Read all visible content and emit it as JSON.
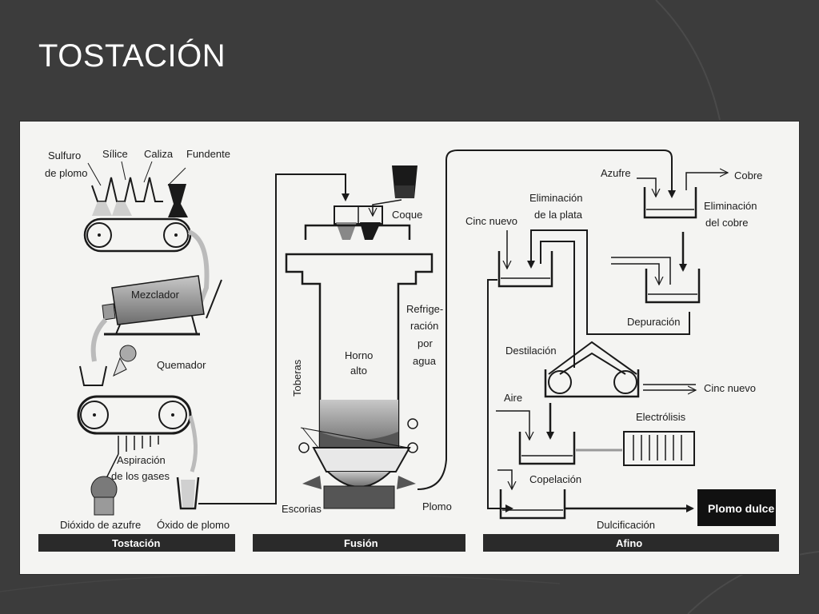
{
  "slide": {
    "title": "TOSTACIÓN"
  },
  "diagram": {
    "stages": [
      "Tostación",
      "Fusión",
      "Afino"
    ],
    "tostacion": {
      "inputs": [
        "Sulfuro",
        "de plomo",
        "Sílice",
        "Caliza",
        "Fundente"
      ],
      "mezclador": "Mezclador",
      "quemador": "Quemador",
      "aspiracion": [
        "Aspiración",
        "de los gases"
      ],
      "dioxido": "Dióxido de azufre",
      "oxido": "Óxido de plomo"
    },
    "fusion": {
      "coque": "Coque",
      "horno": [
        "Horno",
        "alto"
      ],
      "refrigeracion": [
        "Refrige-",
        "ración",
        "por",
        "agua"
      ],
      "toberas": "Toberas",
      "escorias": "Escorias",
      "plomo": "Plomo"
    },
    "afino": {
      "azufre": "Azufre",
      "cobre": "Cobre",
      "eliminacion_cobre": [
        "Eliminación",
        "del cobre"
      ],
      "eliminacion_plata": [
        "Eliminación",
        "de la plata"
      ],
      "cinc_nuevo_in": "Cinc nuevo",
      "depuracion": "Depuración",
      "destilacion": "Destilación",
      "cinc_nuevo_out": "Cinc nuevo",
      "aire": "Aire",
      "electrolisis": "Electrólisis",
      "copelacion": "Copelación",
      "dulcificacion": "Dulcificación",
      "plomo_dulce": "Plomo dulce"
    }
  }
}
